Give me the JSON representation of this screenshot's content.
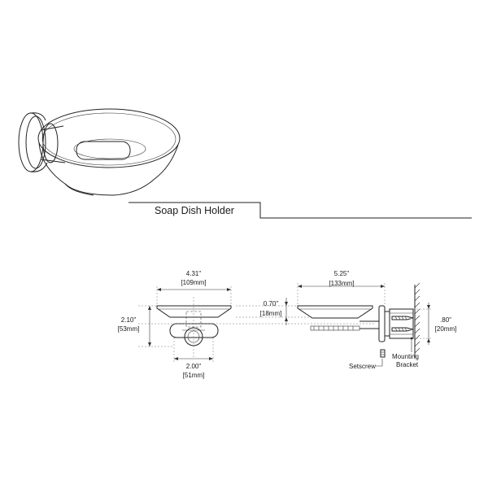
{
  "title": "Soap Dish Holder",
  "dimensions": {
    "width_front": {
      "inch": "4.31\"",
      "mm": "[109mm]"
    },
    "height": {
      "inch": "2.10\"",
      "mm": "[53mm]"
    },
    "flange": {
      "inch": "2.00\"",
      "mm": "[51mm]"
    },
    "dish_depth": {
      "inch": "0.70\"",
      "mm": "[18mm]"
    },
    "projection": {
      "inch": "5.25\"",
      "mm": "[133mm]"
    },
    "bracket": {
      "inch": ".80\"",
      "mm": "[20mm]"
    }
  },
  "callouts": {
    "setscrew": "Setscrew",
    "mounting_line1": "Mounting",
    "mounting_line2": "Bracket"
  }
}
